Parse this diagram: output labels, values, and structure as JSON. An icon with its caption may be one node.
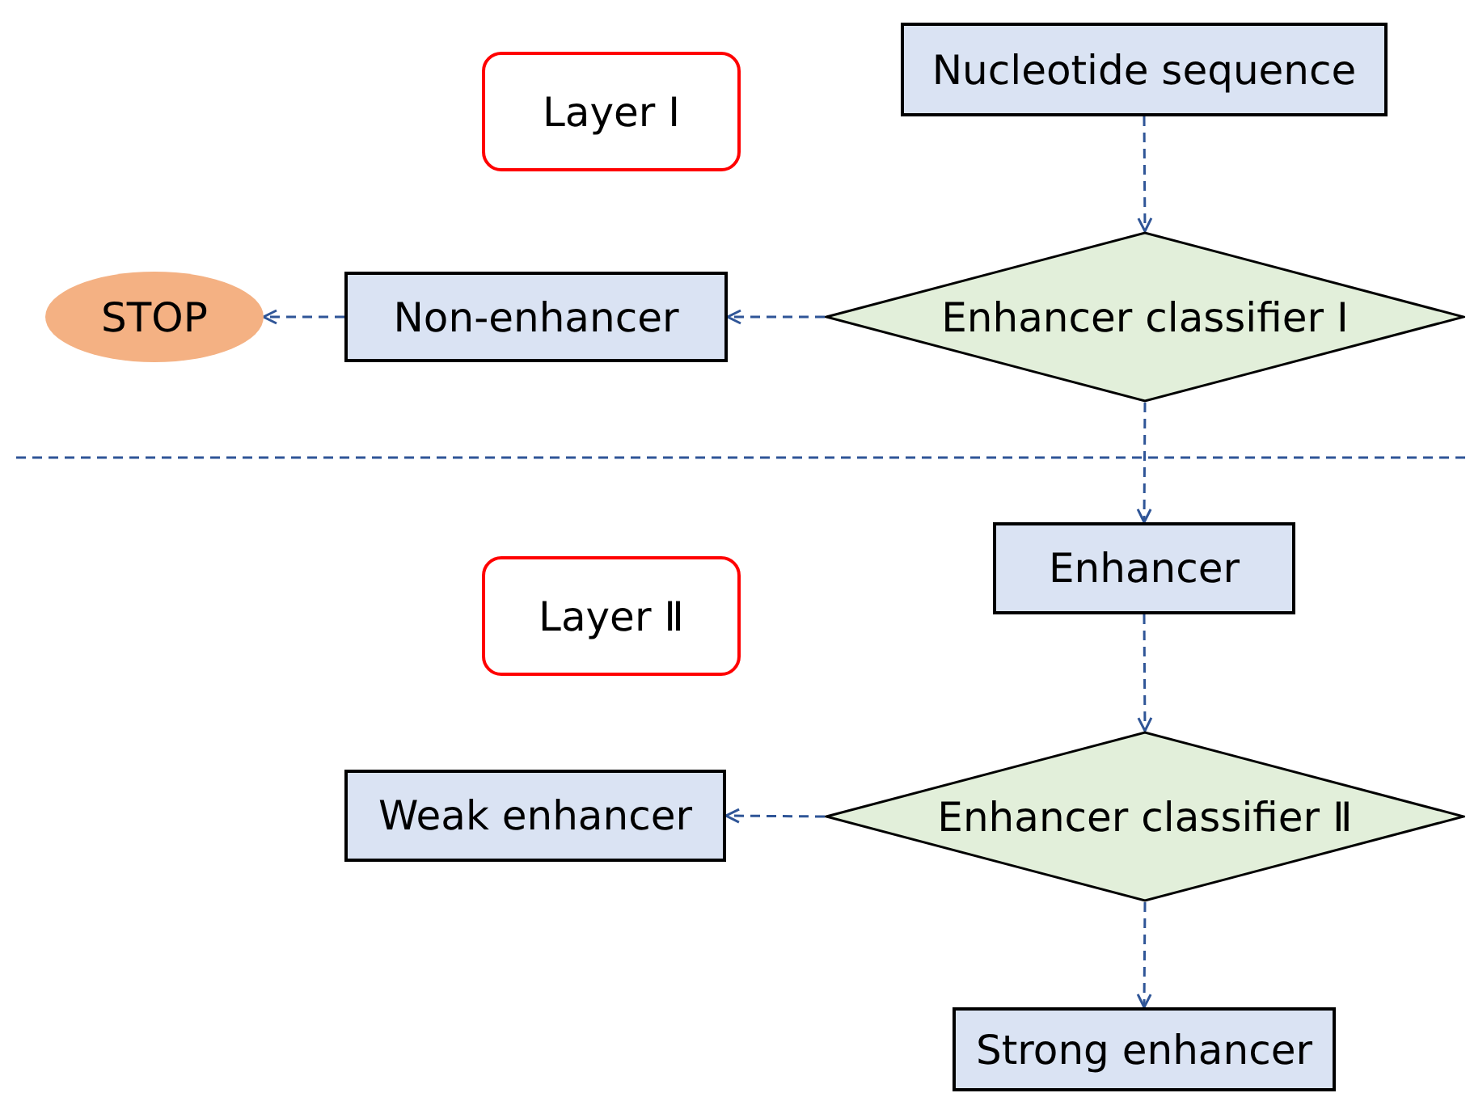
{
  "diagram": {
    "nodes": [
      {
        "text": [
          "Layer Ⅰ"
        ]
      },
      {
        "text": [
          "Nucleotide sequence"
        ]
      },
      {
        "text": [
          "Enhancer classifier Ⅰ"
        ]
      },
      {
        "text": [
          "Non-enhancer"
        ]
      },
      {
        "text": [
          "STOP"
        ]
      },
      {
        "text": [
          "Enhancer"
        ]
      },
      {
        "text": [
          "Layer Ⅱ"
        ]
      },
      {
        "text": [
          "Enhancer classifier Ⅱ"
        ]
      },
      {
        "text": [
          "Weak enhancer"
        ]
      },
      {
        "text": [
          "Strong enhancer"
        ]
      }
    ],
    "edges": [
      {
        "from": 1,
        "to": 2,
        "arrow": "to",
        "style": "dashed"
      },
      {
        "from": 2,
        "to": 3,
        "arrow": "to",
        "style": "dashed"
      },
      {
        "from": 3,
        "to": 4,
        "arrow": "to",
        "style": "dashed"
      },
      {
        "from": 2,
        "to": 5,
        "arrow": "to",
        "style": "dashed"
      },
      {
        "from": 5,
        "to": 7,
        "arrow": "to",
        "style": "dashed"
      },
      {
        "from": 7,
        "to": 8,
        "arrow": "to",
        "style": "dashed"
      },
      {
        "from": 7,
        "to": 9,
        "arrow": "to",
        "style": "dashed"
      }
    ]
  }
}
